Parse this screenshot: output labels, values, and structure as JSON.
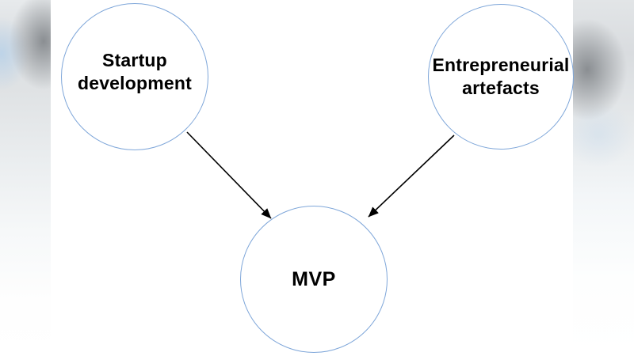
{
  "theme": {
    "slide_background": "#ffffff",
    "circle_stroke": "#7ea6d9",
    "arrow_color": "#000000",
    "text_color": "#000000"
  },
  "diagram": {
    "nodes": [
      {
        "id": "startup-development",
        "label": "Startup\ndevelopment",
        "shape": "circle"
      },
      {
        "id": "entrepreneurial-artefacts",
        "label": "Entrepreneurial\nartefacts",
        "shape": "circle"
      },
      {
        "id": "mvp",
        "label": "MVP",
        "shape": "circle"
      }
    ],
    "edges": [
      {
        "from": "startup-development",
        "to": "mvp",
        "style": "arrow"
      },
      {
        "from": "entrepreneurial-artefacts",
        "to": "mvp",
        "style": "arrow"
      }
    ]
  }
}
